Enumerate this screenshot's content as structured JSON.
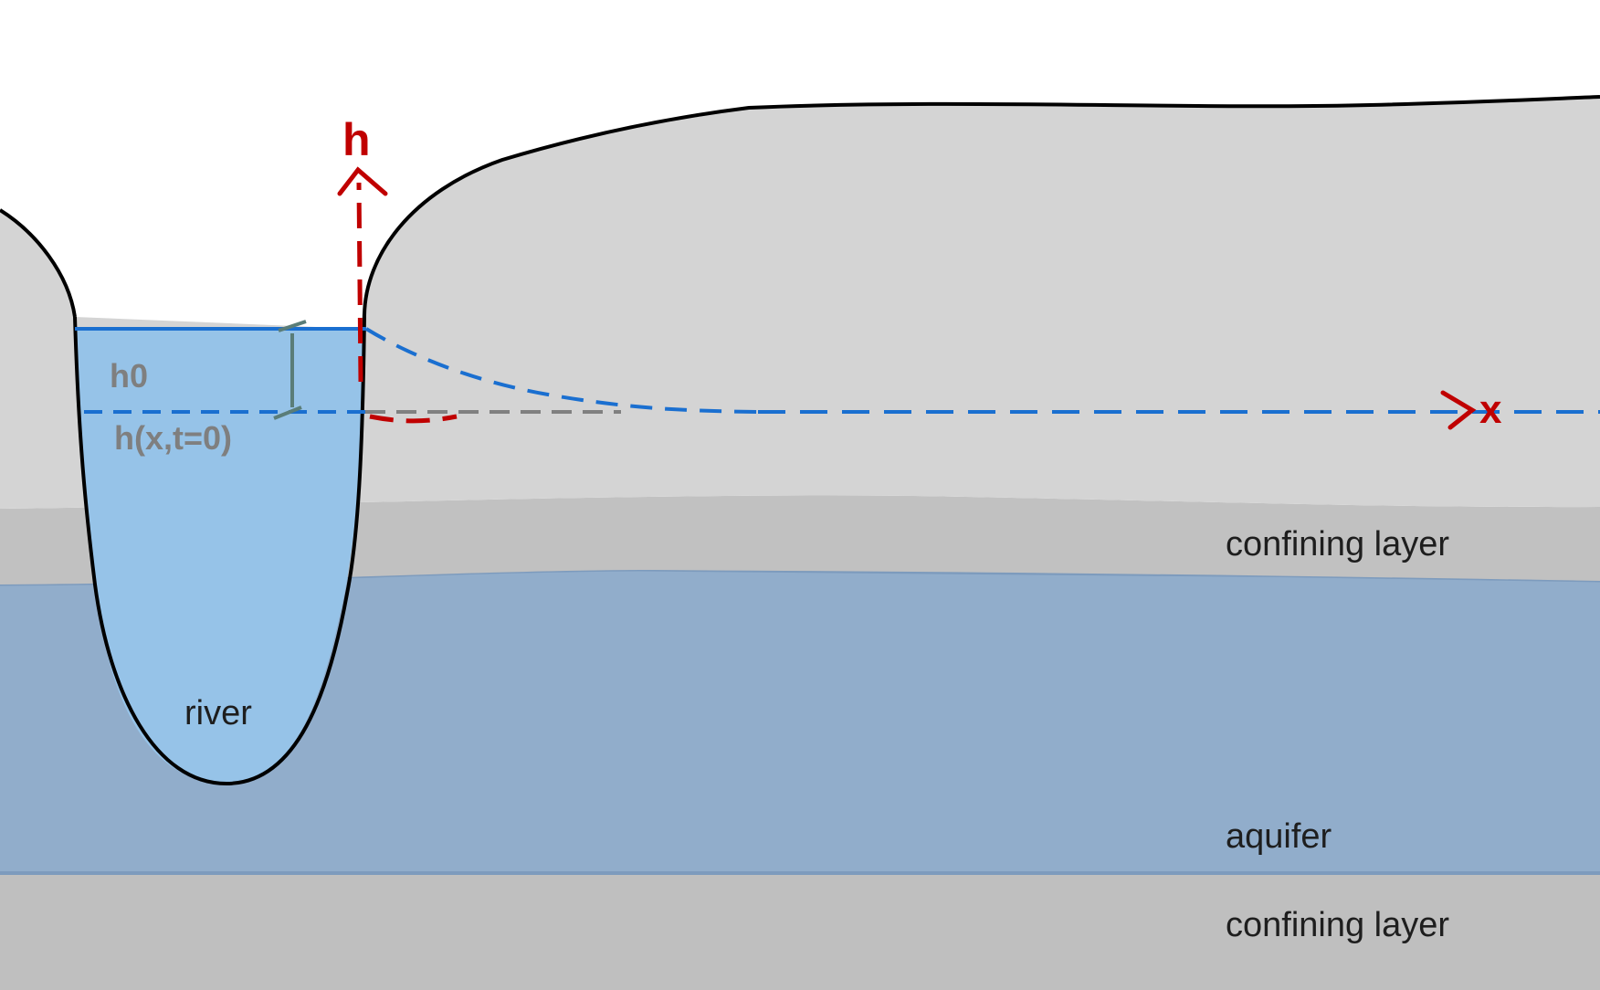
{
  "labels": {
    "h_axis": "h",
    "x_axis": "x",
    "h0": "h0",
    "initial_head": "h(x,t=0)",
    "river": "river",
    "confining_layer_top": "confining layer",
    "aquifer": "aquifer",
    "confining_layer_bottom": "confining layer"
  },
  "colors": {
    "ground": "#d4d4d4",
    "confining_layer": "#c0c0c0",
    "aquifer": "#91adcb",
    "river_water": "#96c3e8",
    "water_table": "#1a6fd0",
    "axis": "#c00000",
    "outline": "#000000",
    "label_grey": "#7f7f7f",
    "label_dark": "#1e1e1e",
    "bracket": "#5a7d78"
  }
}
